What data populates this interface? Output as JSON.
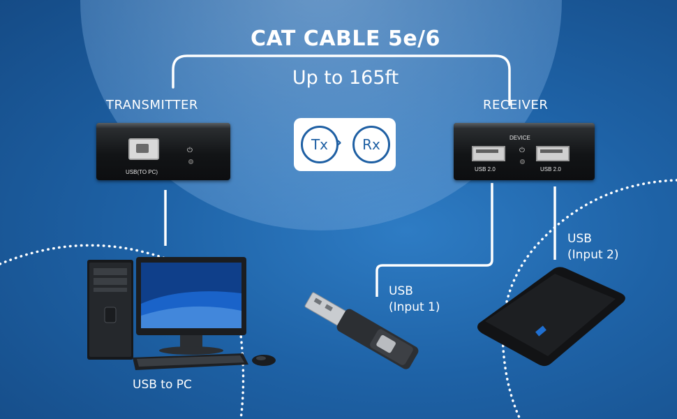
{
  "title": "CAT CABLE 5e/6",
  "distance": "Up to 165ft",
  "transmitter": {
    "label": "TRANSMITTER",
    "port_label": "USB(TO PC)"
  },
  "receiver": {
    "label": "RECEIVER",
    "device_label": "DEVICE",
    "port_left": "USB 2.0",
    "port_right": "USB 2.0"
  },
  "badge": {
    "tx": "Tx",
    "rx": "Rx"
  },
  "captions": {
    "usb_to_pc": "USB to PC",
    "usb_input1_line1": "USB",
    "usb_input1_line2": "(Input 1)",
    "usb_input2_line1": "USB",
    "usb_input2_line2": "(Input 2)"
  },
  "colors": {
    "background": "#1e62a6",
    "accent": "#1e5fa3",
    "line": "#ffffff"
  }
}
